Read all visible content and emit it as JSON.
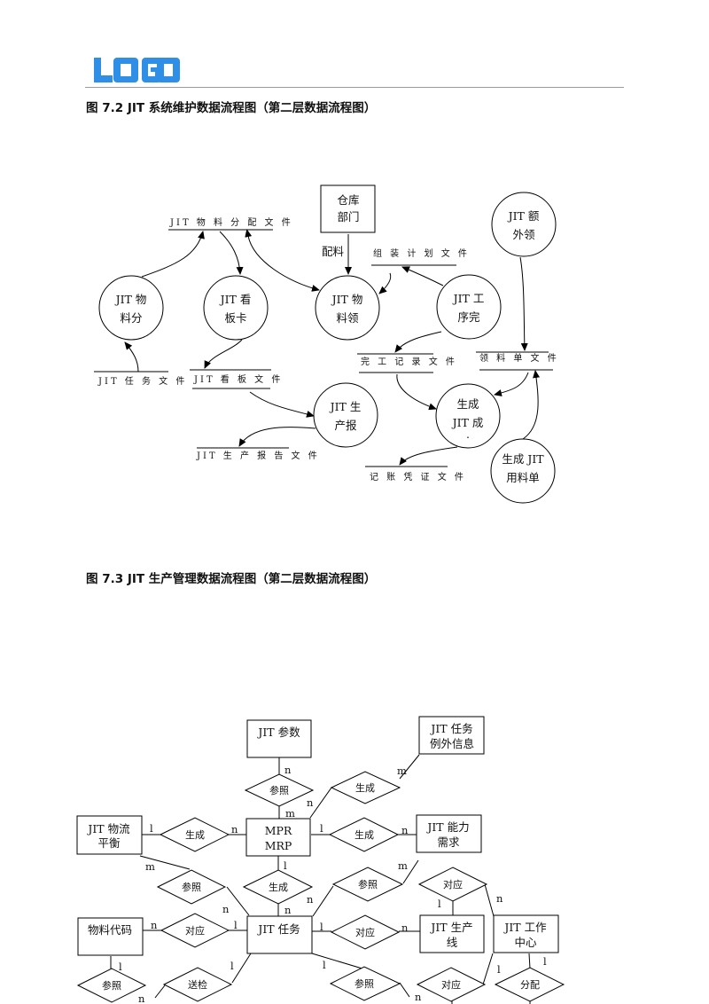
{
  "logo": "LOGO",
  "figure1": {
    "title": "图 7.2 JIT 系统维护数据流程图（第二层数据流程图）",
    "entities": [
      {
        "id": "warehouse",
        "lines": [
          "仓库",
          "部门"
        ]
      }
    ],
    "processes": [
      {
        "id": "material-split",
        "lines": [
          "JIT 物",
          "料分"
        ]
      },
      {
        "id": "kanban",
        "lines": [
          "JIT 看",
          "板卡"
        ]
      },
      {
        "id": "material-pick",
        "lines": [
          "JIT 物",
          "料领"
        ]
      },
      {
        "id": "process-complete",
        "lines": [
          "JIT 工",
          "序完"
        ]
      },
      {
        "id": "extra-pick",
        "lines": [
          "JIT 额",
          "外领"
        ]
      },
      {
        "id": "production-report",
        "lines": [
          "JIT 生",
          "产报"
        ]
      },
      {
        "id": "generate-cost",
        "lines": [
          "生成",
          "JIT 成",
          "."
        ]
      },
      {
        "id": "generate-usage",
        "lines": [
          "生成 JIT",
          "用料单"
        ]
      }
    ],
    "stores": [
      {
        "id": "material-distribution-file",
        "label": "JIT 物 料 分 配 文 件"
      },
      {
        "id": "task-file",
        "label": "JIT 任 务 文 件"
      },
      {
        "id": "kanban-file",
        "label": "JIT 看 板 文 件"
      },
      {
        "id": "assembly-plan-file",
        "label": "组 装 计 划 文 件"
      },
      {
        "id": "completion-record-file",
        "label": "完 工 记 录 文 件"
      },
      {
        "id": "pick-order-file",
        "label": "领 料 单 文 件"
      },
      {
        "id": "production-report-file",
        "label": "JIT 生 产 报 告 文 件"
      },
      {
        "id": "voucher-file",
        "label": "记 账 凭 证 文 件"
      }
    ],
    "flow_labels": [
      {
        "id": "supply",
        "label": "配料"
      }
    ]
  },
  "figure2": {
    "title": "图 7.3 JIT 生产管理数据流程图（第二层数据流程图）",
    "entities": [
      {
        "id": "jit-params",
        "lines": [
          "JIT 参数"
        ]
      },
      {
        "id": "task-exception",
        "lines": [
          "JIT 任务",
          "例外信息"
        ]
      },
      {
        "id": "logistics-balance",
        "lines": [
          "JIT 物流",
          "平衡"
        ]
      },
      {
        "id": "mpr-mrp",
        "lines": [
          "MPR",
          "MRP"
        ]
      },
      {
        "id": "capacity-demand",
        "lines": [
          "JIT 能力",
          "需求"
        ]
      },
      {
        "id": "material-code",
        "lines": [
          "物料代码"
        ]
      },
      {
        "id": "jit-task",
        "lines": [
          "JIT 任务"
        ]
      },
      {
        "id": "production-line",
        "lines": [
          "JIT 生产",
          "线"
        ]
      },
      {
        "id": "work-center",
        "lines": [
          "JIT 工作",
          "中心"
        ]
      }
    ],
    "relations": [
      {
        "id": "ref-1",
        "label": "参照"
      },
      {
        "id": "gen-1",
        "label": "生成"
      },
      {
        "id": "gen-2",
        "label": "生成"
      },
      {
        "id": "gen-3",
        "label": "生成"
      },
      {
        "id": "ref-2",
        "label": "参照"
      },
      {
        "id": "gen-4",
        "label": "生成"
      },
      {
        "id": "ref-3",
        "label": "参照"
      },
      {
        "id": "corr-1",
        "label": "对应"
      },
      {
        "id": "corr-2",
        "label": "对应"
      },
      {
        "id": "corr-3",
        "label": "对应"
      },
      {
        "id": "ref-4",
        "label": "参照"
      },
      {
        "id": "inspect",
        "label": "送检"
      },
      {
        "id": "ref-5",
        "label": "参照"
      },
      {
        "id": "corr-4",
        "label": "对应"
      },
      {
        "id": "assign",
        "label": "分配"
      }
    ],
    "cardinalities": [
      {
        "id": "c1",
        "label": "n"
      },
      {
        "id": "c2",
        "label": "m"
      },
      {
        "id": "c3",
        "label": "m"
      },
      {
        "id": "c4",
        "label": "n"
      },
      {
        "id": "c5",
        "label": "l"
      },
      {
        "id": "c6",
        "label": "n"
      },
      {
        "id": "c7",
        "label": "l"
      },
      {
        "id": "c8",
        "label": "n"
      },
      {
        "id": "c9",
        "label": "m"
      },
      {
        "id": "c10",
        "label": "l"
      },
      {
        "id": "c11",
        "label": "m"
      },
      {
        "id": "c12",
        "label": "n"
      },
      {
        "id": "c13",
        "label": "n"
      },
      {
        "id": "c14",
        "label": "n"
      },
      {
        "id": "c15",
        "label": "l"
      },
      {
        "id": "c16",
        "label": "n"
      },
      {
        "id": "c17",
        "label": "l"
      },
      {
        "id": "c18",
        "label": "n"
      },
      {
        "id": "c19",
        "label": "l"
      },
      {
        "id": "c20",
        "label": "n"
      },
      {
        "id": "c21",
        "label": "l"
      },
      {
        "id": "c22",
        "label": "l"
      },
      {
        "id": "c23",
        "label": "l"
      },
      {
        "id": "c24",
        "label": "n"
      },
      {
        "id": "c25",
        "label": "n"
      },
      {
        "id": "c26",
        "label": "l"
      },
      {
        "id": "c27",
        "label": "l"
      }
    ]
  }
}
